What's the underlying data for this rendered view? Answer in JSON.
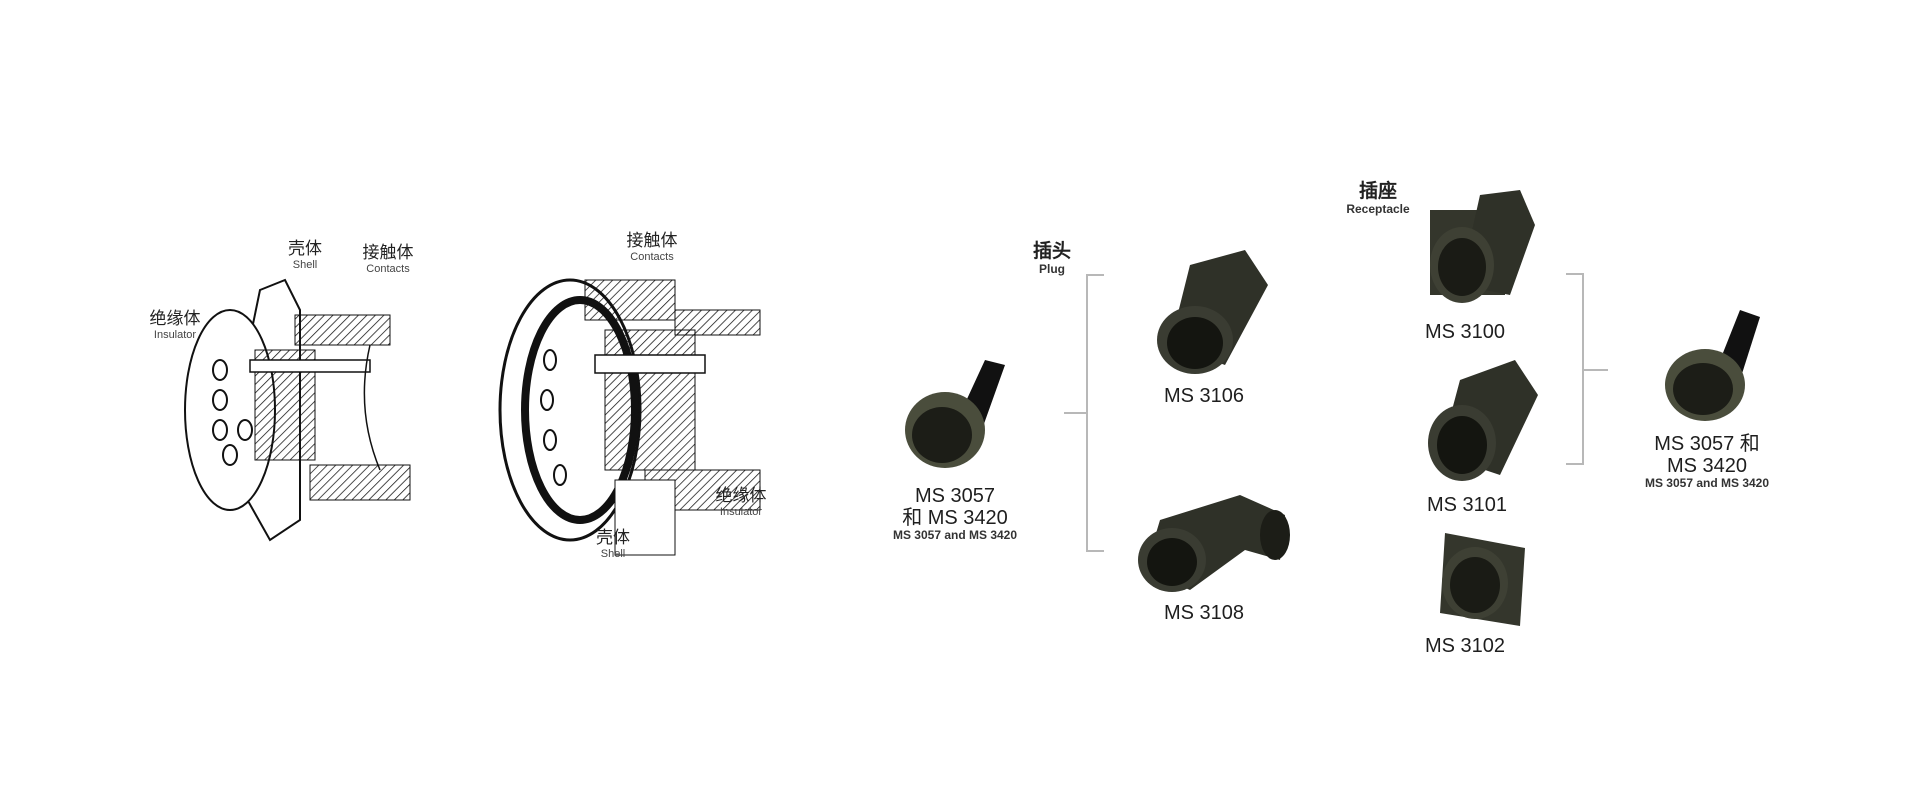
{
  "diagram_left": {
    "shell_cn": "壳体",
    "shell_en": "Shell",
    "contacts_cn": "接触体",
    "contacts_en": "Contacts",
    "insulator_cn": "绝缘体",
    "insulator_en": "Insulator"
  },
  "diagram_right": {
    "contacts_cn": "接触体",
    "contacts_en": "Contacts",
    "insulator_cn": "绝缘体",
    "insulator_en": "Insulator",
    "shell_cn": "壳体",
    "shell_en": "Shell"
  },
  "plug_accessory": {
    "line1": "MS 3057",
    "line2": "和 MS 3420",
    "line3": "MS 3057 and MS 3420"
  },
  "plug_group": {
    "title_cn": "插头",
    "title_en": "Plug",
    "items": [
      "MS 3106",
      "MS 3108"
    ]
  },
  "receptacle_group": {
    "title_cn": "插座",
    "title_en": "Receptacle",
    "items": [
      "MS 3100",
      "MS 3101",
      "MS 3102"
    ]
  },
  "receptacle_accessory": {
    "line1": "MS 3057 和",
    "line2": "MS 3420",
    "line3": "MS 3057 and MS 3420"
  },
  "colors": {
    "connector_body": "#2f3128",
    "connector_olive": "#4a4d3c",
    "bracket": "#b8b8b8"
  }
}
